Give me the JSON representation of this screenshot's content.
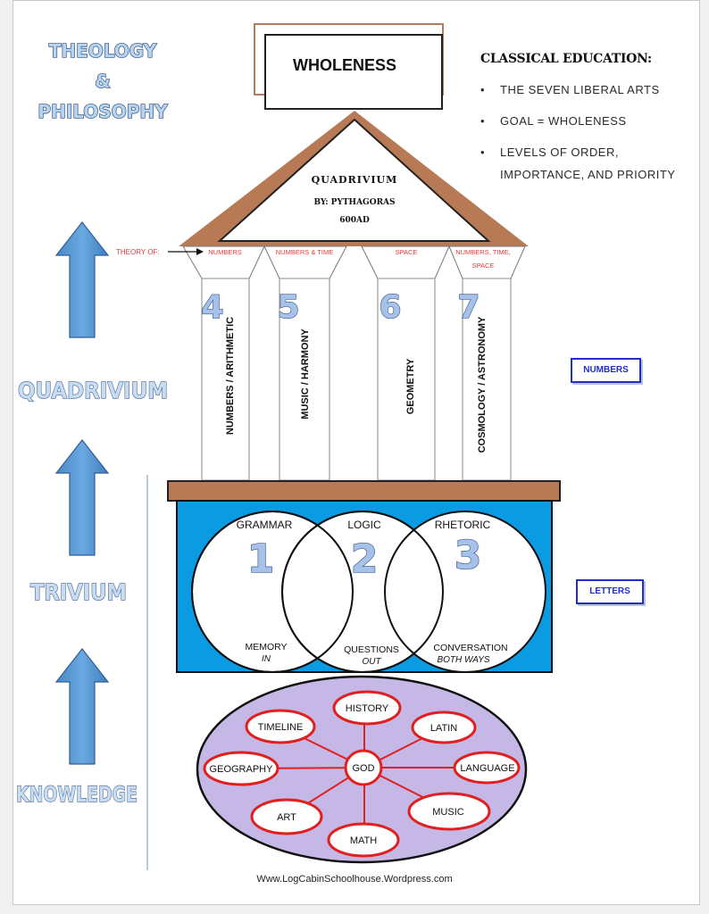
{
  "left_title": {
    "line1": "THEOLOGY",
    "line2": "&",
    "line3": "PHILOSOPHY"
  },
  "top_box": {
    "label": "WHOLENESS"
  },
  "notes": {
    "heading": "CLASSICAL EDUCATION:",
    "bullet": "•",
    "items": [
      "THE SEVEN LIBERAL ARTS",
      "GOAL = WHOLENESS",
      "LEVELS OF ORDER, IMPORTANCE, AND PRIORITY"
    ]
  },
  "pediment": {
    "line1": "QUADRIVIUM",
    "line2": "BY: PYTHAGORAS",
    "line3": "600AD"
  },
  "theory_of": "THEORY OF:",
  "capitals": [
    "NUMBERS",
    "NUMBERS & TIME",
    "SPACE",
    "NUMBERS, TIME,",
    "SPACE"
  ],
  "pillars": [
    {
      "number": "4",
      "label": "NUMBERS / ARITHMETIC"
    },
    {
      "number": "5",
      "label": "MUSIC / HARMONY"
    },
    {
      "number": "6",
      "label": "GEOMETRY"
    },
    {
      "number": "7",
      "label": "COSMOLOGY / ASTRONOMY"
    }
  ],
  "side_labels": {
    "quadrivium": "QUADRIVIUM",
    "trivium": "TRIVIUM",
    "knowledge": "KNOWLEDGE"
  },
  "tags": {
    "numbers": "NUMBERS",
    "letters": "LETTERS"
  },
  "trivium": [
    {
      "title": "GRAMMAR",
      "number": "1",
      "bottom": "MEMORY",
      "sub": "IN"
    },
    {
      "title": "LOGIC",
      "number": "2",
      "bottom": "QUESTIONS",
      "sub": "OUT"
    },
    {
      "title": "RHETORIC",
      "number": "3",
      "bottom": "CONVERSATION",
      "sub": "BOTH WAYS"
    }
  ],
  "knowledge": {
    "center": "GOD",
    "spokes": [
      "HISTORY",
      "LATIN",
      "LANGUAGE",
      "MUSIC",
      "MATH",
      "ART",
      "GEOGRAPHY",
      "TIMELINE"
    ]
  },
  "footer": "Www.LogCabinSchoolhouse.Wordpress.com",
  "colors": {
    "roof": "#b87a55",
    "arrow": "#5b9bd5",
    "trivium_base": "#0b9be2",
    "knowledge_fill": "#c6b8e6",
    "spoke": "#e02020"
  }
}
